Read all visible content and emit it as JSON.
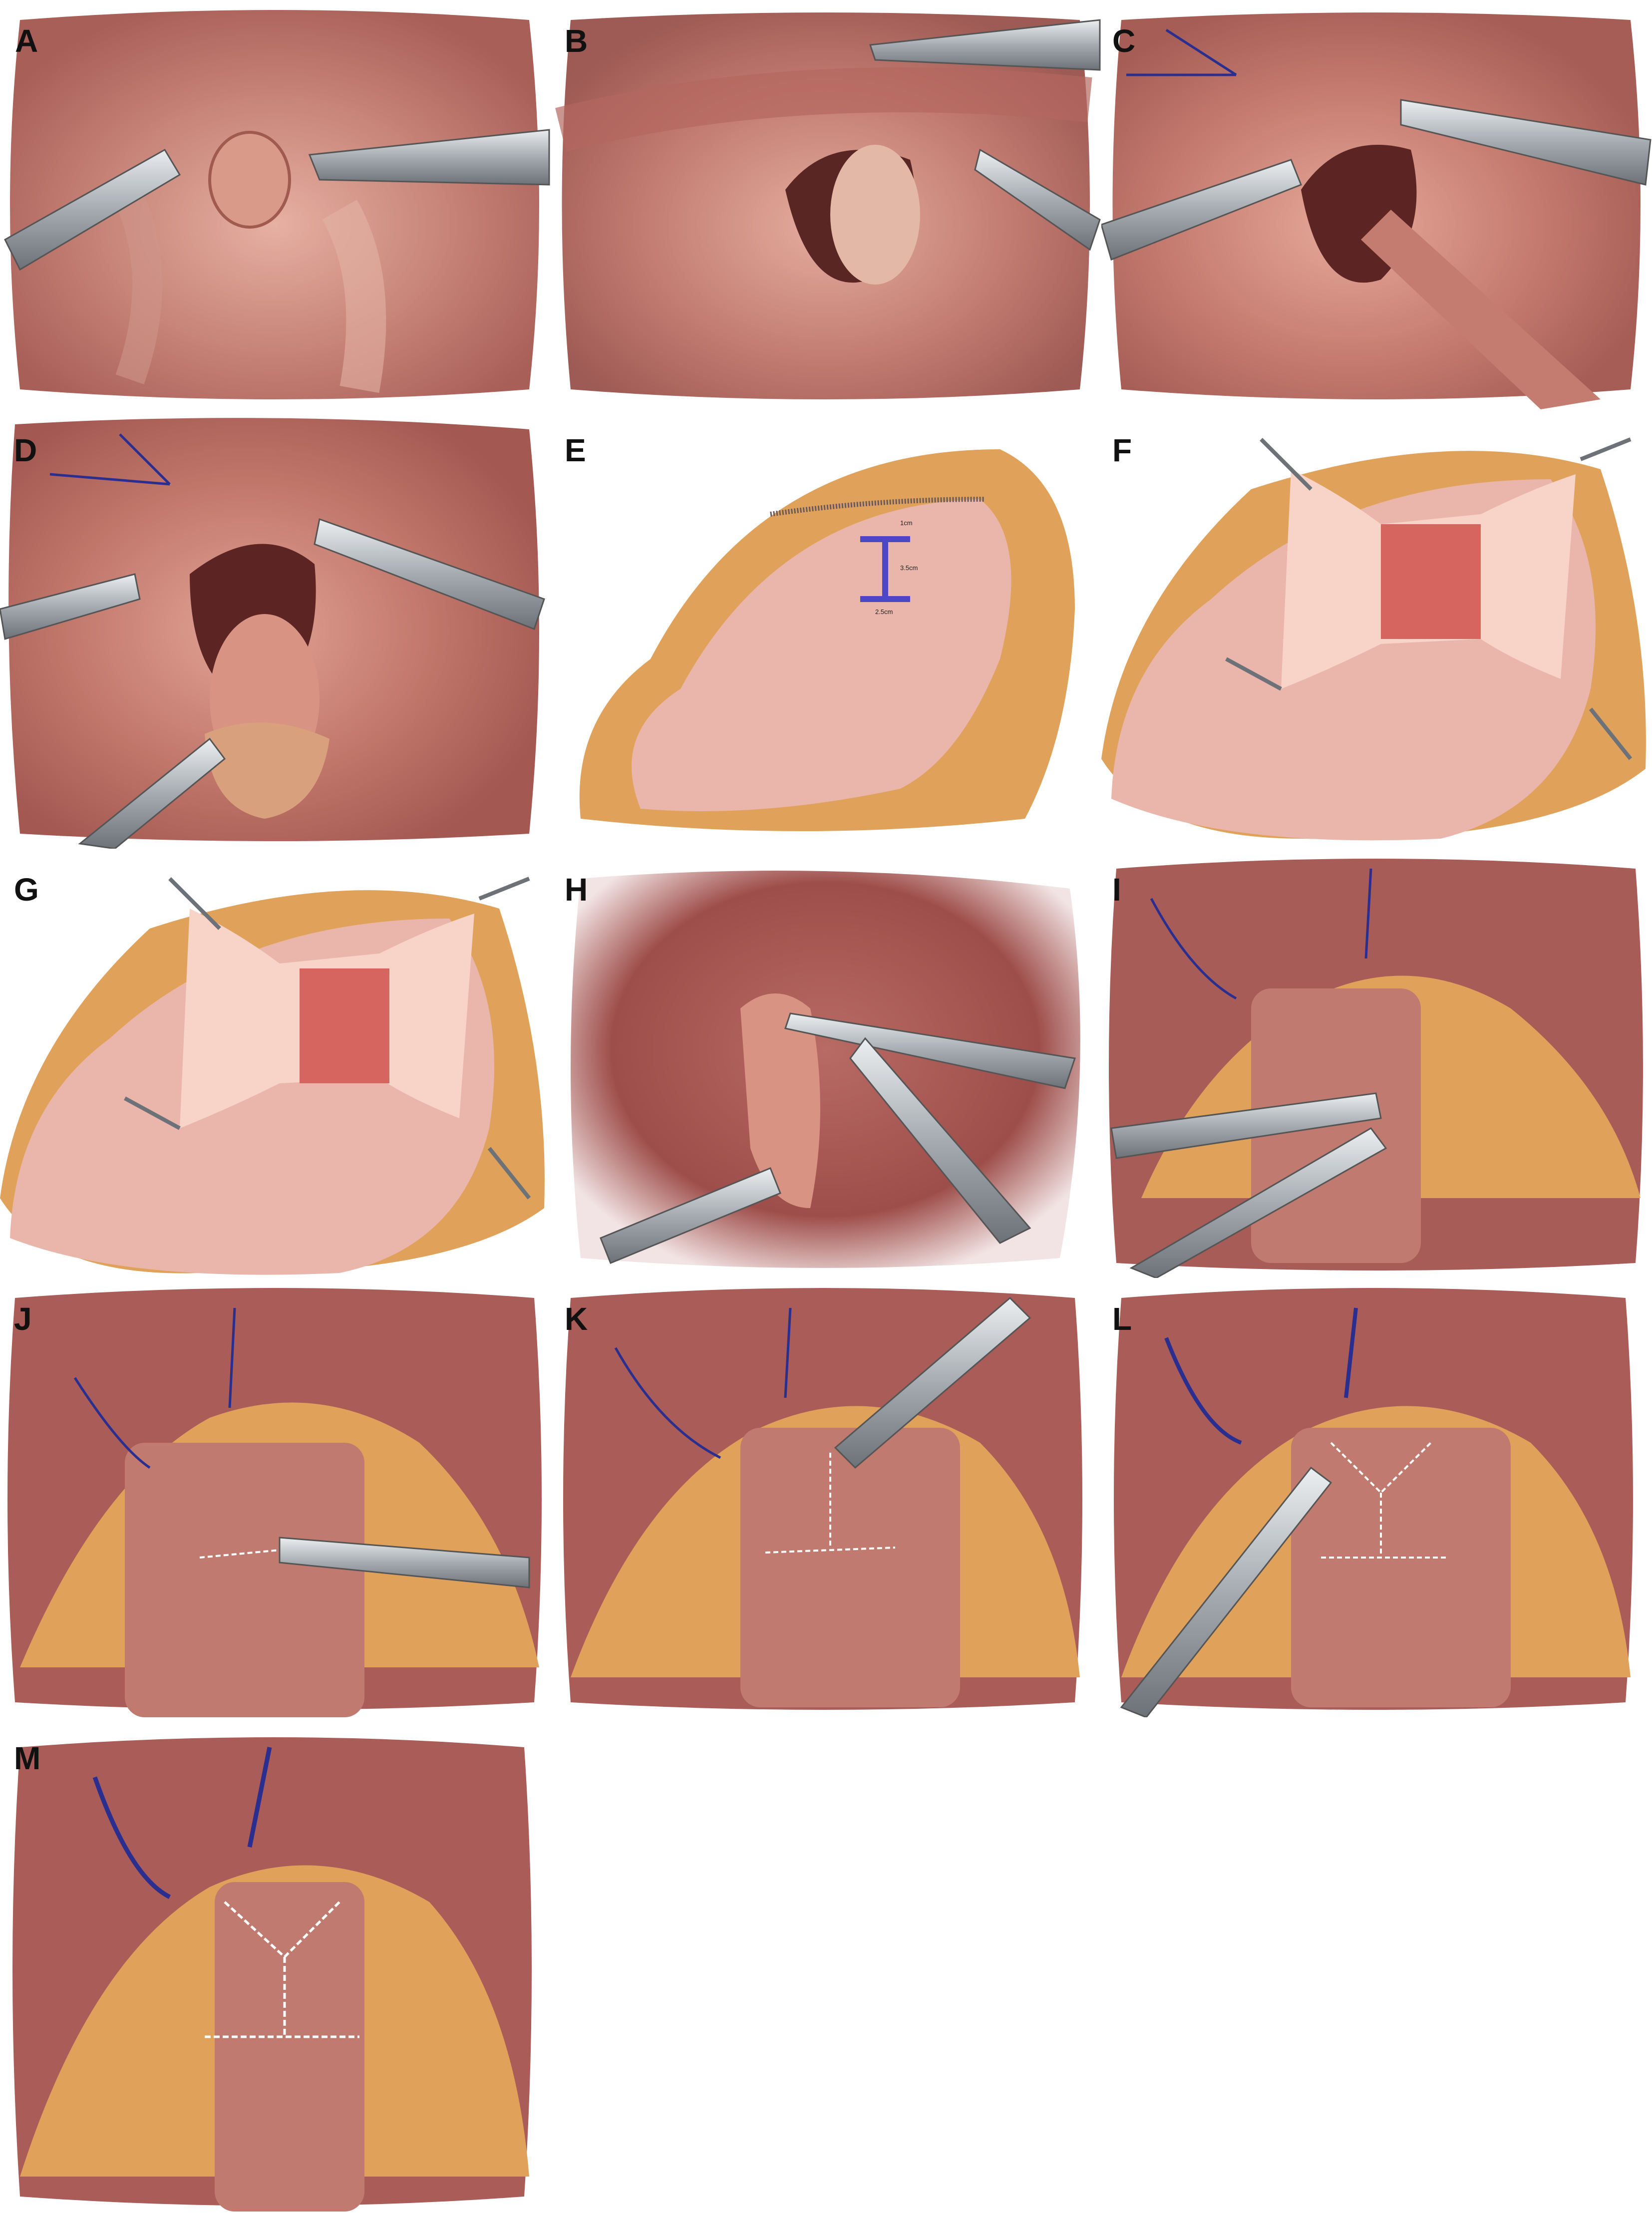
{
  "panels": [
    {
      "label": "A",
      "icons": [
        "tissue",
        "grasper-left",
        "grasper-right"
      ]
    },
    {
      "label": "B",
      "icons": [
        "tissue",
        "grasper-top",
        "grasper-right"
      ]
    },
    {
      "label": "C",
      "icons": [
        "tissue",
        "suture-blue",
        "grasper-left",
        "grasper-right"
      ]
    },
    {
      "label": "D",
      "icons": [
        "tissue",
        "suture-blue",
        "grasper-left",
        "grasper-right",
        "grasper-bottom"
      ]
    },
    {
      "label": "E",
      "icons": [
        "flap-outline",
        "incision",
        "measurement"
      ]
    },
    {
      "label": "F",
      "icons": [
        "flap-outline",
        "retracted-flap",
        "hooks"
      ]
    },
    {
      "label": "G",
      "icons": [
        "flap-outline",
        "retracted-flap",
        "hooks"
      ]
    },
    {
      "label": "H",
      "icons": [
        "tissue",
        "forceps",
        "needle-driver"
      ]
    },
    {
      "label": "I",
      "icons": [
        "tissue",
        "suture-blue",
        "needle-driver",
        "forceps"
      ]
    },
    {
      "label": "J",
      "icons": [
        "tissue",
        "suture-blue",
        "needle-driver",
        "sutures"
      ]
    },
    {
      "label": "K",
      "icons": [
        "tissue",
        "suture-blue",
        "needle-driver",
        "sutures"
      ]
    },
    {
      "label": "L",
      "icons": [
        "tissue",
        "suture-blue",
        "needle-driver",
        "sutures"
      ]
    },
    {
      "label": "M",
      "icons": [
        "tissue",
        "suture-blue",
        "sutures"
      ]
    }
  ],
  "measurements": {
    "top": "1cm",
    "middle": "3.5cm",
    "width": "2.5cm"
  },
  "colors": {
    "tissue": "#b86a64",
    "fat": "#e0a25a",
    "flap": "#f1c2b6",
    "suture": "#2a2f8f",
    "instrument": "#9aa0a6"
  }
}
